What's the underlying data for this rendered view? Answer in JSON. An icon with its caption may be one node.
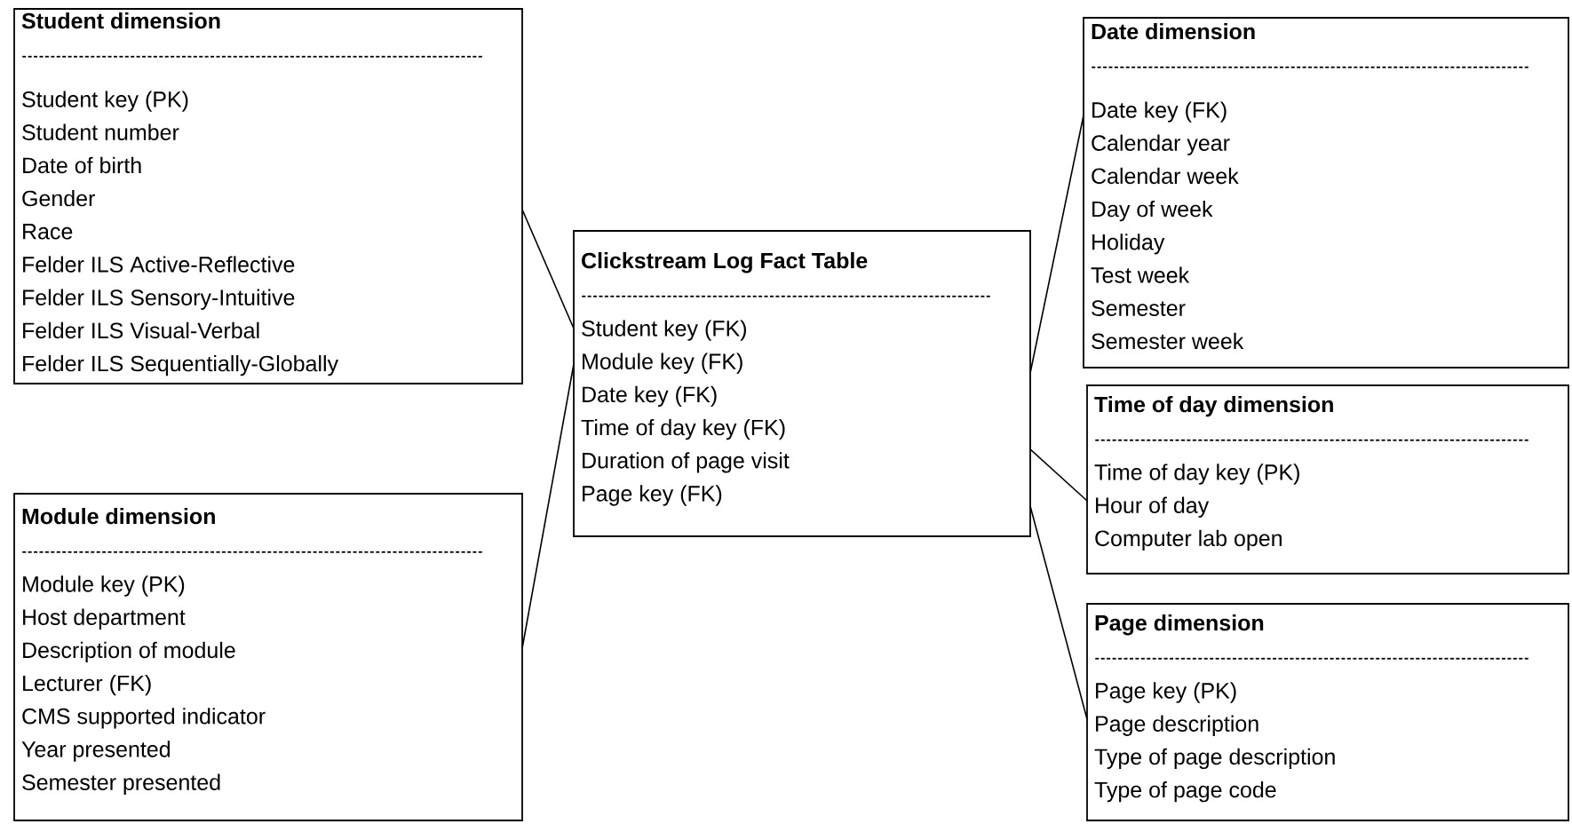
{
  "diagram": {
    "nodes": [
      {
        "text": [
          "Student dimension",
          "Student key (PK)",
          "Student number",
          "Date of birth",
          "Gender",
          "Race",
          "Felder ILS Active-Reflective",
          "Felder ILS Sensory-Intuitive",
          "Felder ILS Visual-Verbal",
          "Felder ILS Sequentially-Globally"
        ]
      },
      {
        "text": [
          "Module dimension",
          "Module key (PK)",
          "Host department",
          "Description of module",
          "Lecturer (FK)",
          "CMS supported indicator",
          "Year presented",
          "Semester presented"
        ]
      },
      {
        "text": [
          "Clickstream Log Fact Table",
          "Student key (FK)",
          "Module key (FK)",
          "Date key (FK)",
          "Time of day key (FK)",
          "Duration of page visit",
          "Page key (FK)"
        ]
      },
      {
        "text": [
          "Date dimension",
          "Date key (FK)",
          "Calendar year",
          "Calendar week",
          "Day of week",
          "Holiday",
          "Test week",
          "Semester",
          "Semester week"
        ]
      },
      {
        "text": [
          "Time of day dimension",
          "Time of day key (PK)",
          "Hour of day",
          "Computer lab open"
        ]
      },
      {
        "text": [
          "Page dimension",
          "Page key (PK)",
          "Page description",
          "Type of page description",
          "Type of page code"
        ]
      }
    ],
    "edges": [
      {
        "from": 2,
        "to": 0,
        "arrow": "none"
      },
      {
        "from": 2,
        "to": 1,
        "arrow": "none"
      },
      {
        "from": 2,
        "to": 3,
        "arrow": "none"
      },
      {
        "from": 2,
        "to": 4,
        "arrow": "none"
      },
      {
        "from": 2,
        "to": 5,
        "arrow": "none"
      }
    ]
  }
}
